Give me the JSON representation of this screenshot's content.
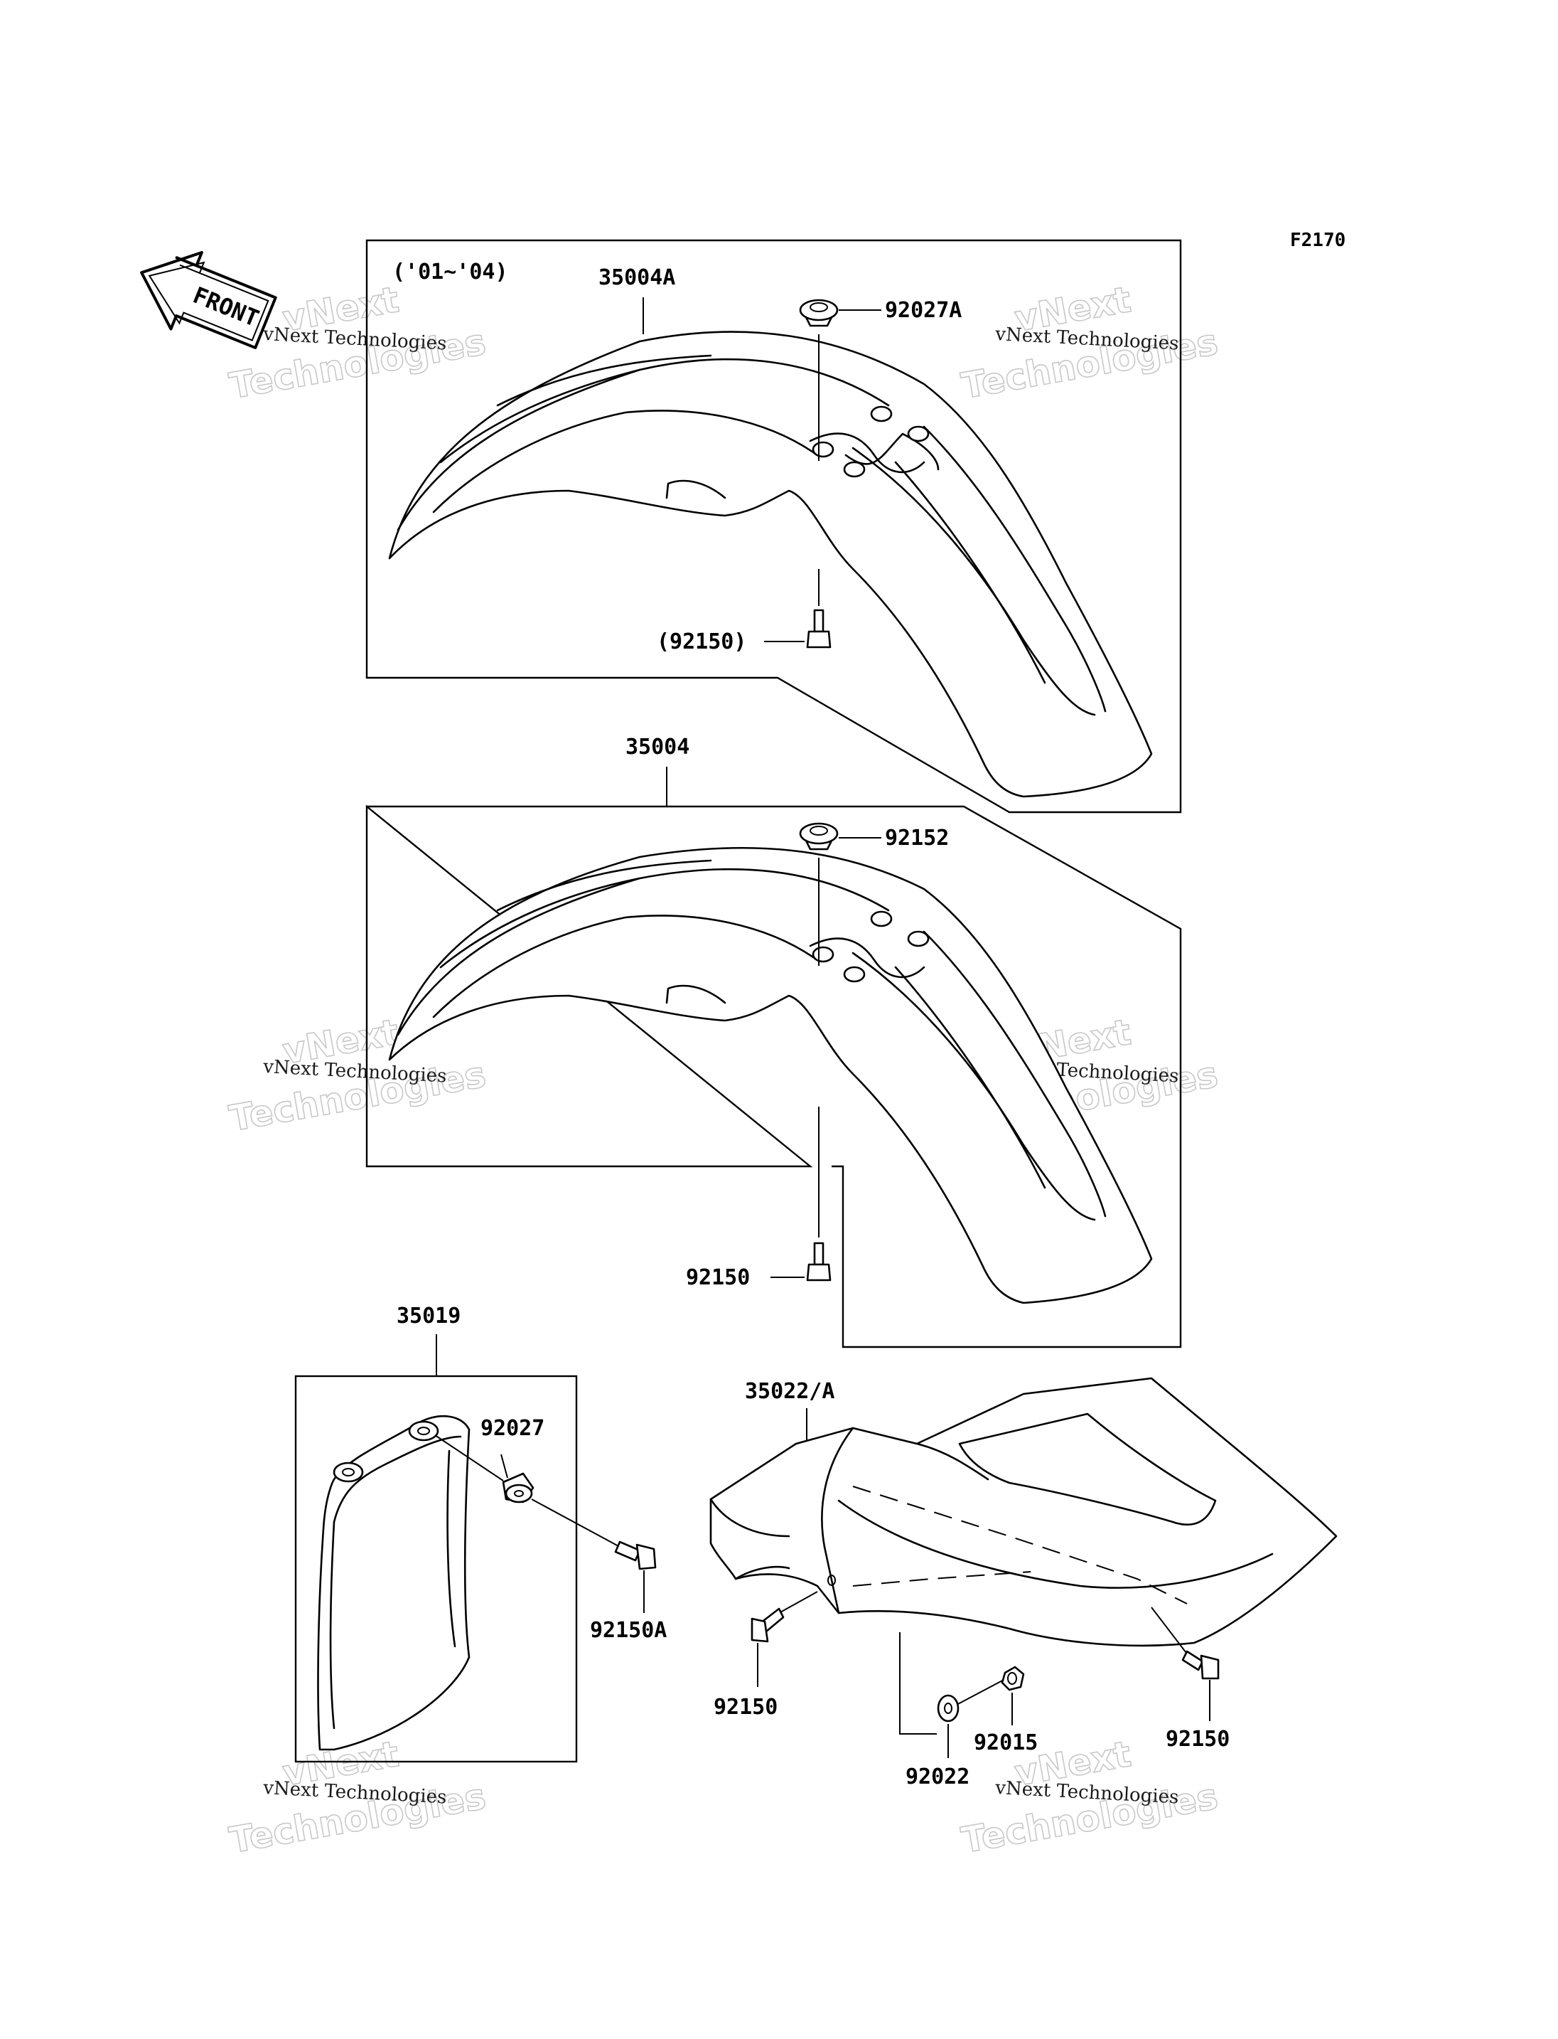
{
  "figure_code": "F2170",
  "front_label": "FRONT",
  "year_range": "('01~'04)",
  "watermark": {
    "line1": "vNext",
    "line2": "Technologies",
    "caption": "vNext Technologies"
  },
  "callouts": {
    "fender_a": "35004A",
    "cap_a": "92027A",
    "bolt_a": "(92150)",
    "fender": "35004",
    "cap": "92152",
    "bolt": "92150",
    "guard": "35019",
    "guard_cap": "92027",
    "guard_bolt": "92150A",
    "rear_fender": "35022/A",
    "rear_bolt_left": "92150",
    "rear_nut": "92015",
    "rear_washer": "92022",
    "rear_bolt_right": "92150"
  }
}
